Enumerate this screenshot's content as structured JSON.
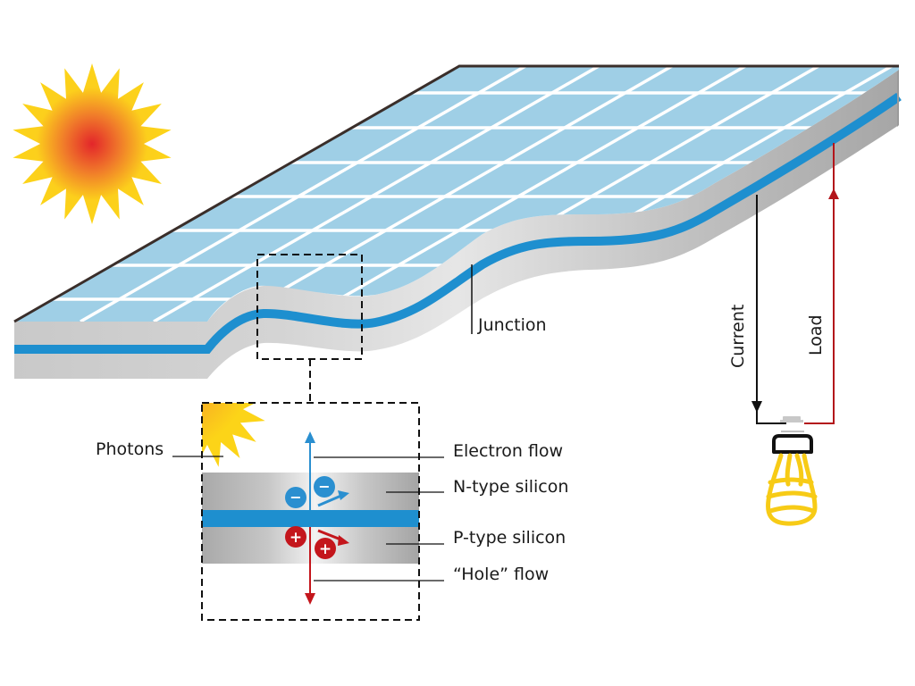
{
  "title": "Photovoltaic solar cell operation",
  "labels": {
    "junction": "Junction",
    "current": "Current",
    "load": "Load",
    "photons": "Photons",
    "electron_flow": "Electron flow",
    "n_type": "N-type silicon",
    "p_type": "P-type silicon",
    "hole_flow": "“Hole” flow"
  },
  "charges": {
    "electron_symbol": "−",
    "hole_symbol": "+"
  },
  "icons": {
    "sun": "sun-icon",
    "small_sun": "photon-sun-icon",
    "bulb": "light-bulb-icon"
  },
  "colors": {
    "panel_cell": "#9fcfe6",
    "panel_grid": "#ffffff",
    "panel_edge": "#3a2e2a",
    "silicon_gray": "#c4c4c4",
    "junction_blue": "#1e8fcf",
    "electron_blue": "#2a8fd0",
    "hole_red": "#c4161c",
    "wire_black": "#111111",
    "wire_red": "#b3151b",
    "sun_yellow": "#fcd116",
    "sun_core": "#e63222",
    "bulb_yellow": "#f7cb16"
  }
}
